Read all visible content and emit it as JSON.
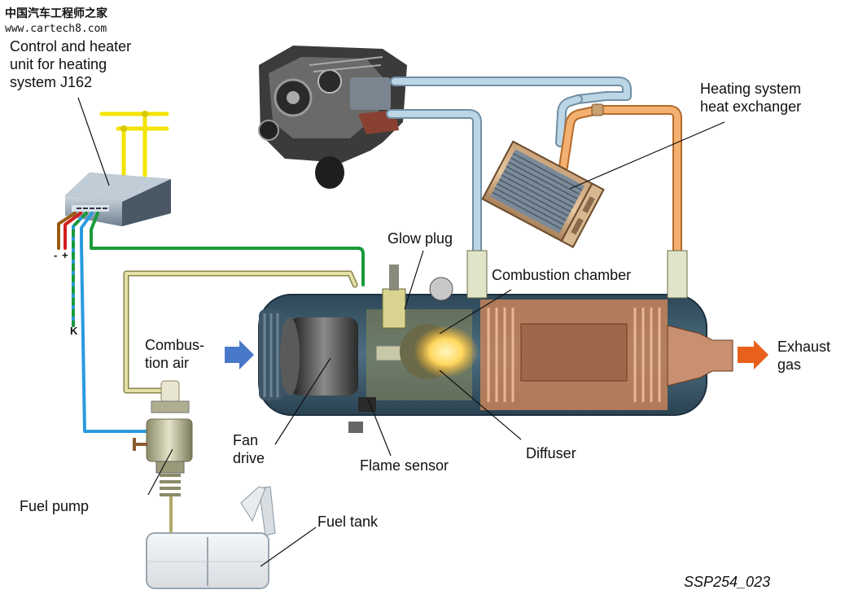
{
  "watermark": {
    "site_name": "中国汽车工程师之家",
    "url": "www.cartech8.com"
  },
  "labels": {
    "control_unit": [
      "Control and heater",
      "unit for heating",
      "system J162"
    ],
    "heat_exchanger": [
      "Heating system",
      "heat exchanger"
    ],
    "glow_plug": "Glow plug",
    "combustion_chamber": "Combustion chamber",
    "combustion_air": [
      "Combus-",
      "tion air"
    ],
    "exhaust_gas": [
      "Exhaust",
      "gas"
    ],
    "fan_drive": [
      "Fan",
      "drive"
    ],
    "flame_sensor": "Flame sensor",
    "diffuser": "Diffuser",
    "fuel_pump": "Fuel pump",
    "fuel_tank": "Fuel tank",
    "terminal_minus": "-",
    "terminal_plus": "+",
    "terminal_k": "K"
  },
  "figure_code": "SSP254_023",
  "colors": {
    "coolant_cold": "#a9c6d8",
    "coolant_hot": "#f0a050",
    "fuel_line": "#d8d49a",
    "wire_yellow": "#f2e400",
    "wire_green": "#1a9a3a",
    "wire_blue": "#2a9ae0",
    "wire_red": "#d02020",
    "wire_brown": "#9a5a10",
    "air_arrow": "#4a78c8",
    "exhaust_arrow": "#e8601c",
    "heater_body": "#3d5a6c"
  }
}
